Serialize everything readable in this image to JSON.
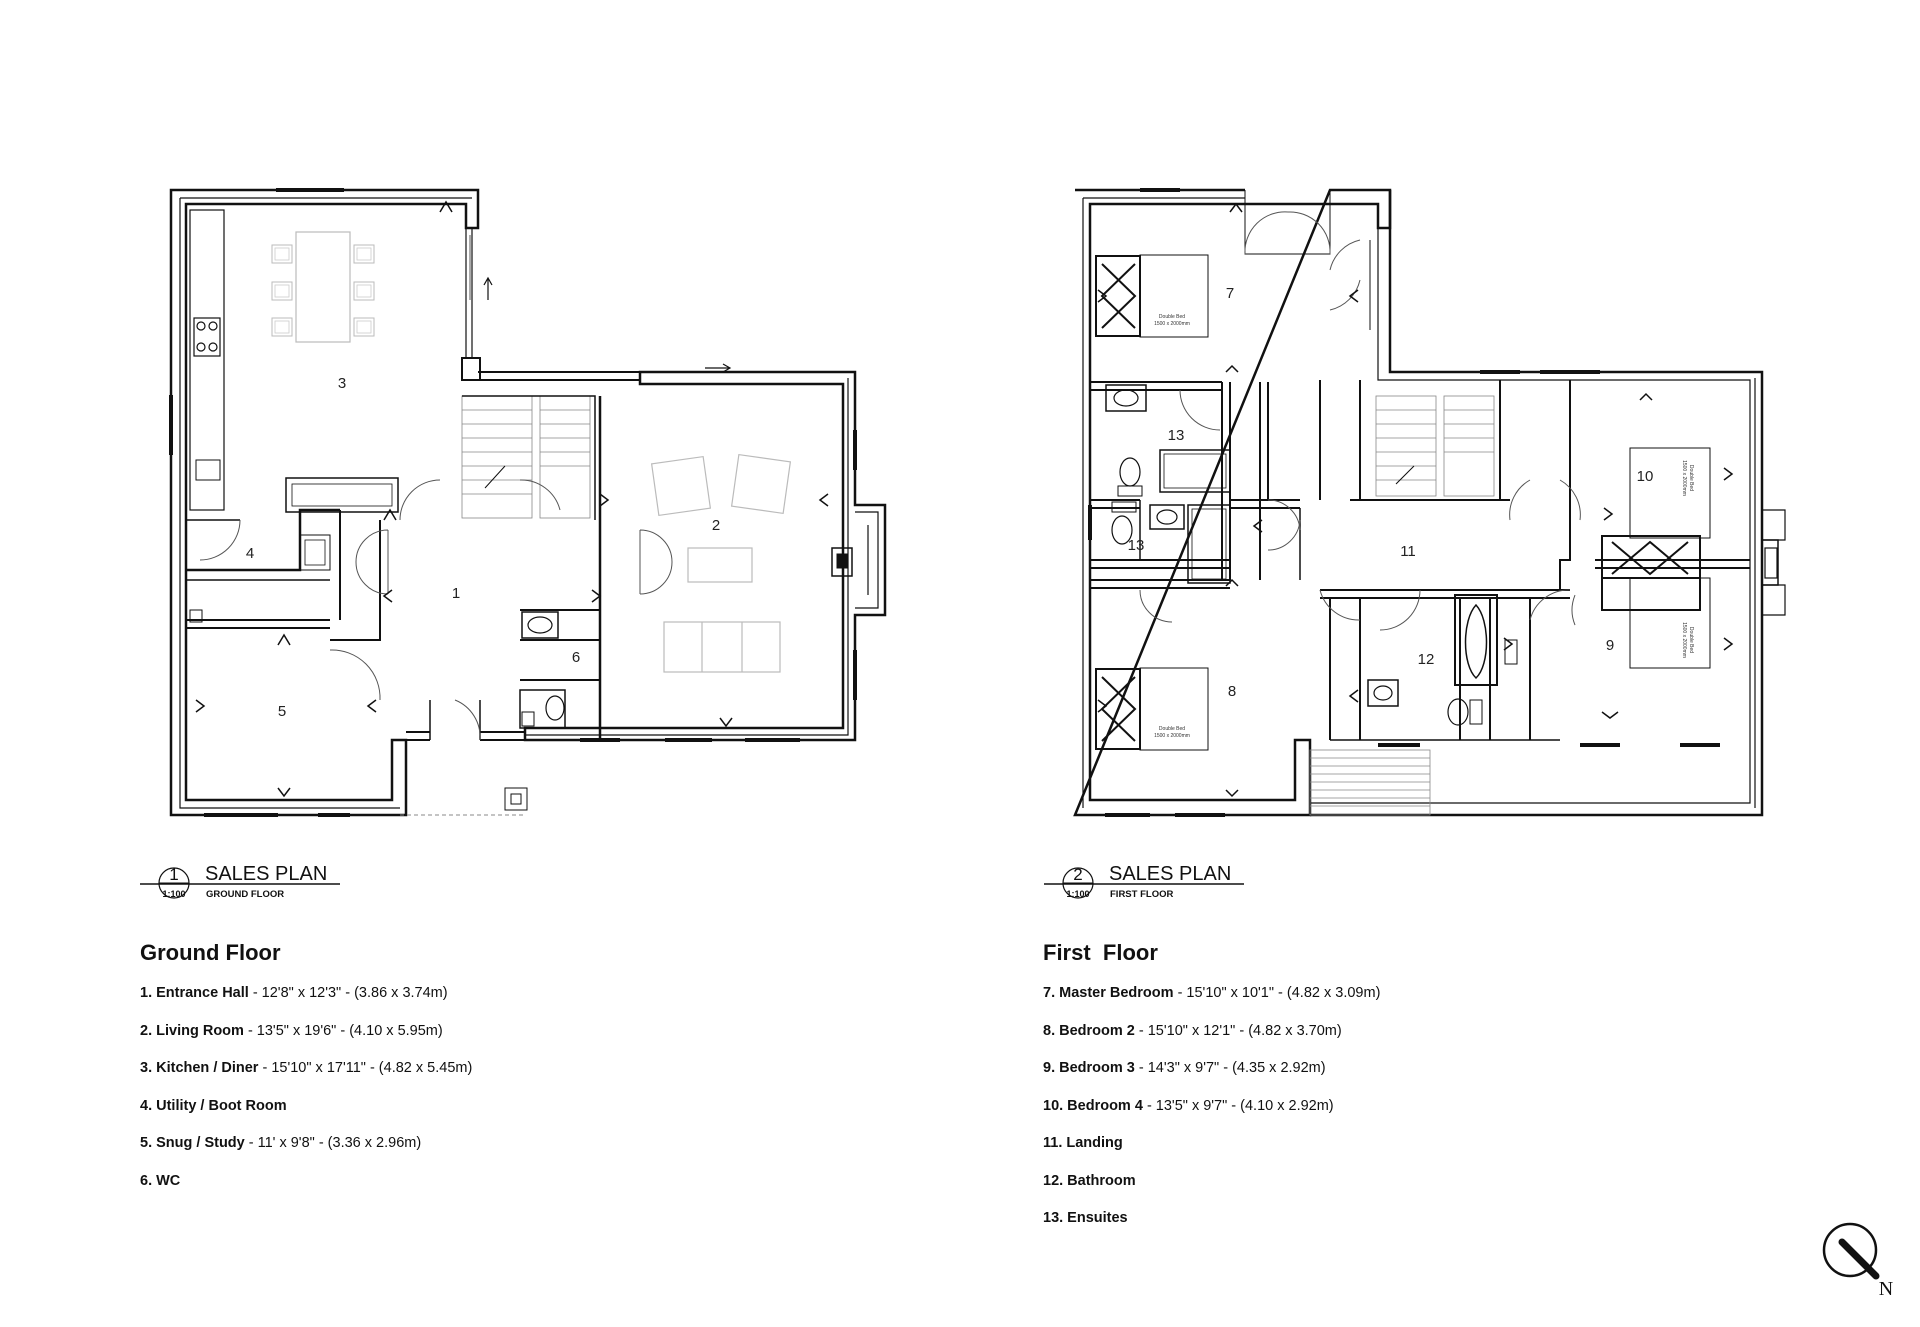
{
  "ground_plan": {
    "sheet_number": "1",
    "title": "SALES PLAN",
    "subtitle": "GROUND FLOOR",
    "scale": "1:100",
    "room_labels": {
      "r1": "1",
      "r2": "2",
      "r3": "3",
      "r4": "4",
      "r5": "5",
      "r6": "6"
    }
  },
  "first_plan": {
    "sheet_number": "2",
    "title": "SALES PLAN",
    "subtitle": "FIRST FLOOR",
    "scale": "1:100",
    "room_labels": {
      "r7": "7",
      "r8": "8",
      "r9": "9",
      "r10": "10",
      "r11": "11",
      "r12": "12",
      "r13a": "13",
      "r13b": "13"
    },
    "bed_labels": {
      "bed_a_title": "Double Bed",
      "bed_a_size": "1500 x 2000mm",
      "bed_b_title": "Double Bed",
      "bed_b_size": "1500 x 2000mm",
      "bed_c_title": "Double Bed",
      "bed_c_size": "1500 x 2000mm",
      "bed_d_title": "Double Bed",
      "bed_d_size": "1500 x 2000mm"
    }
  },
  "ground_schedule": {
    "heading": "Ground Floor",
    "items": [
      {
        "name": "1.  Entrance Hall",
        "dims": " - 12'8\" x 12'3\" - (3.86 x 3.74m)"
      },
      {
        "name": "2.  Living Room",
        "dims": " - 13'5\" x 19'6\" - (4.10 x 5.95m)"
      },
      {
        "name": "3.  Kitchen / Diner",
        "dims": " - 15'10\" x 17'11\" - (4.82 x 5.45m)"
      },
      {
        "name": "4.  Utility / Boot Room",
        "dims": ""
      },
      {
        "name": "5.  Snug / Study",
        "dims": " - 11' x 9'8\" - (3.36 x 2.96m)"
      },
      {
        "name": "6.  WC",
        "dims": ""
      }
    ]
  },
  "first_schedule": {
    "heading": "First  Floor",
    "items": [
      {
        "name": "7. Master Bedroom",
        "dims": " - 15'10\" x 10'1\" - (4.82 x 3.09m)"
      },
      {
        "name": "8. Bedroom 2",
        "dims": " - 15'10\" x 12'1\" - (4.82 x 3.70m)"
      },
      {
        "name": "9. Bedroom 3",
        "dims": " - 14'3\" x 9'7\" - (4.35 x 2.92m)"
      },
      {
        "name": "10. Bedroom 4",
        "dims": " - 13'5\" x 9'7\" - (4.10 x 2.92m)"
      },
      {
        "name": "11. Landing",
        "dims": ""
      },
      {
        "name": "12. Bathroom",
        "dims": ""
      },
      {
        "name": "13. Ensuites",
        "dims": ""
      }
    ]
  },
  "north": {
    "letter": "N"
  }
}
